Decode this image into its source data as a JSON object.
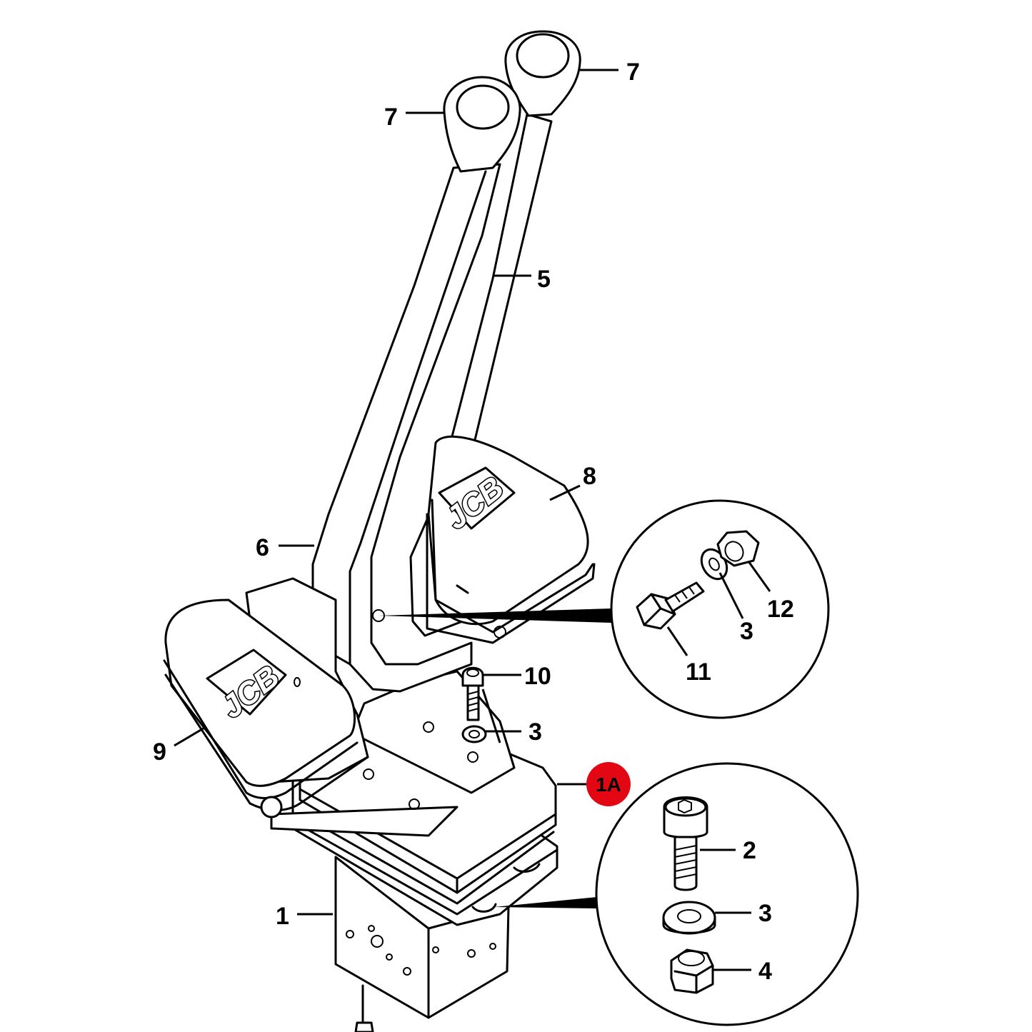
{
  "diagram": {
    "callouts": {
      "c1": "1",
      "c2": "2",
      "c3a": "3",
      "c3b": "3",
      "c3c": "3",
      "c4": "4",
      "c5": "5",
      "c6": "6",
      "c7a": "7",
      "c7b": "7",
      "c8": "8",
      "c9": "9",
      "c10": "10",
      "c11": "11",
      "c12": "12"
    },
    "badge": {
      "label": "1A",
      "color": "#e30613"
    },
    "logo_text": "JCB",
    "colors": {
      "line": "#000000",
      "background": "#ffffff"
    }
  }
}
